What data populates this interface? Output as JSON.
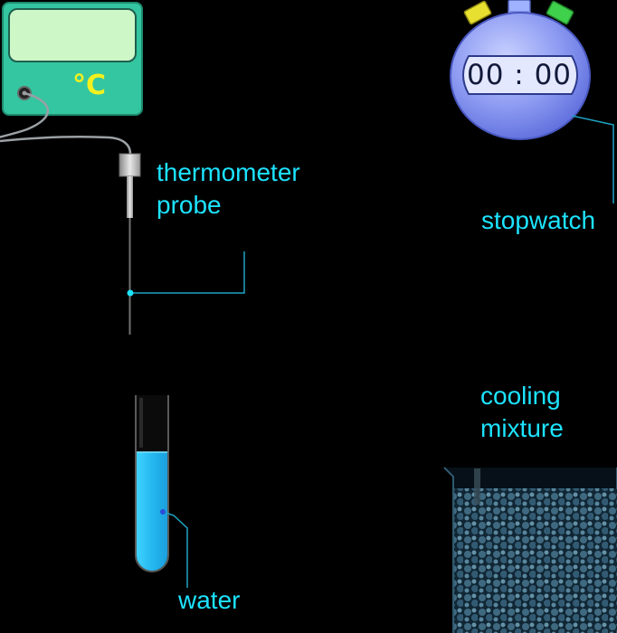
{
  "thermometer": {
    "unit": "°C"
  },
  "stopwatch": {
    "time": "00 : 00"
  },
  "labels": {
    "probe": [
      "thermometer",
      "probe"
    ],
    "stopwatch": "stopwatch",
    "cooling_mixture": [
      "cooling",
      "mixture"
    ],
    "water": "water"
  },
  "colors": {
    "background": "#000000",
    "label_text": "#1de3ff",
    "leader_line": "#1fa3c4",
    "meter_body": "#34c6a0",
    "meter_screen": "#cdf7c6",
    "unit_text": "#f4f01e",
    "stopwatch_body": "#8190ee",
    "water": "#2ec4f2",
    "ice": "#5d8ea6"
  }
}
